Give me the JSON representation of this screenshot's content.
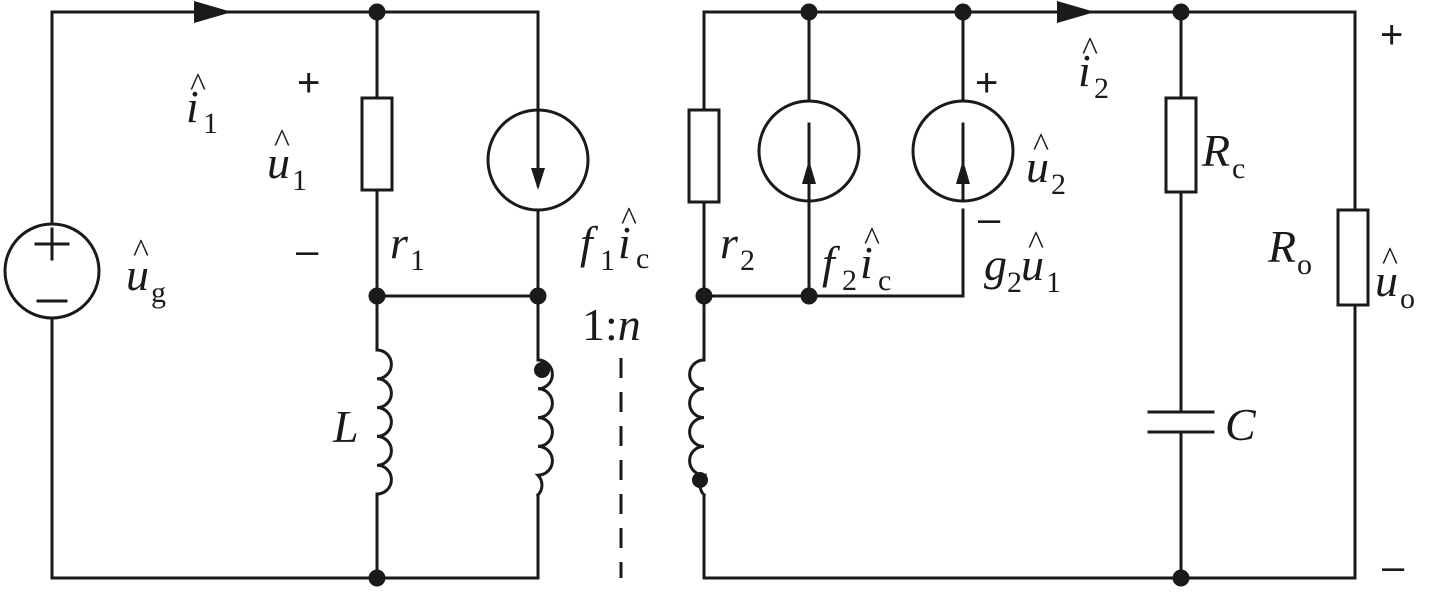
{
  "labels": {
    "i1": {
      "main": "i",
      "hat": "^",
      "sub": "1"
    },
    "u1": {
      "main": "u",
      "hat": "^",
      "sub": "1"
    },
    "ug": {
      "main": "u",
      "hat": "^",
      "sub": "g"
    },
    "r1": {
      "main": "r",
      "sub": "1"
    },
    "L": "L",
    "f1ic": {
      "coef": "f",
      "coef_sub": "1",
      "main": "i",
      "hat": "^",
      "sub": "c"
    },
    "ratio": {
      "a": "1:",
      "b": "n"
    },
    "r2": {
      "main": "r",
      "sub": "2"
    },
    "f2ic": {
      "coef": "f",
      "coef_sub": "2",
      "main": "i",
      "hat": "^",
      "sub": "c"
    },
    "u2": {
      "main": "u",
      "hat": "^",
      "sub": "2"
    },
    "g2u1": {
      "coef": "g",
      "coef_sub": "2",
      "main": "u",
      "hat": "^",
      "sub": "1"
    },
    "i2": {
      "main": "i",
      "hat": "^",
      "sub": "2"
    },
    "Rc": {
      "main": "R",
      "sub": "c"
    },
    "C": "C",
    "Ro": {
      "main": "R",
      "sub": "o"
    },
    "uo": {
      "main": "u",
      "hat": "^",
      "sub": "o"
    }
  },
  "signs": {
    "plus": "+",
    "minus": "–"
  }
}
